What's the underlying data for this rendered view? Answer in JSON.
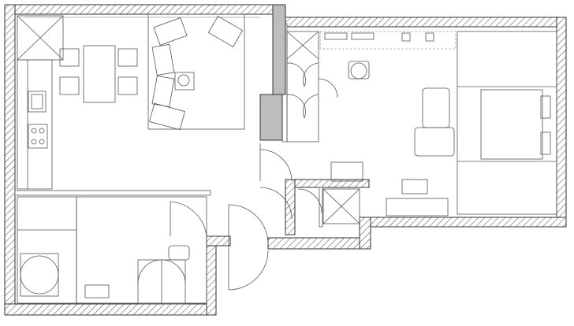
{
  "plan": {
    "type": "apartment floor plan",
    "colors": {
      "wall_line": "#333333",
      "hatch": "#555555",
      "furniture_line": "#555555",
      "chimney_fill": "#bdbdbd",
      "background": "#ffffff"
    },
    "rooms": [
      "living-dining-kitchen",
      "bedroom",
      "bathroom",
      "storage-room",
      "hallway"
    ],
    "icons": [
      "chair-icon",
      "sofa-icon",
      "bed-icon",
      "toilet-icon",
      "sink-icon",
      "stove-icon",
      "shower-icon",
      "bathtub-icon",
      "desk-icon"
    ]
  }
}
